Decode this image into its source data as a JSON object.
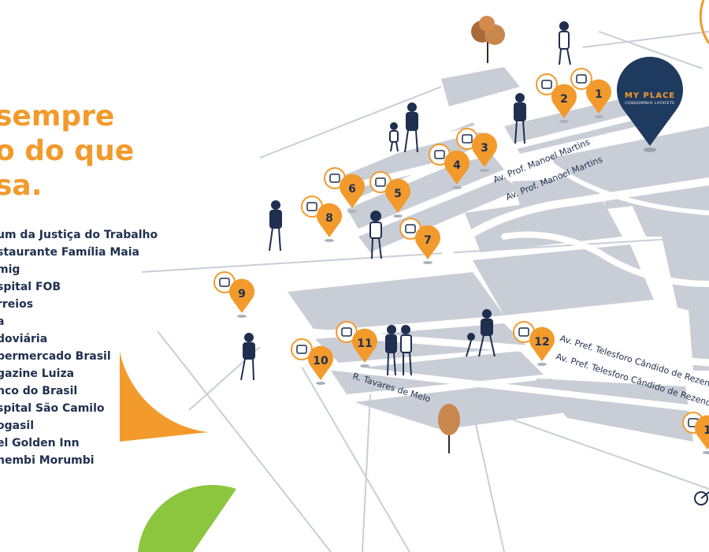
{
  "headline": {
    "line1": "sempre",
    "line2": "o do que",
    "line3": "sa."
  },
  "legend": {
    "items": [
      "um da Justiça do Trabalho",
      "staurante Família Maia",
      "mig",
      "spital FOB",
      "rreios",
      "a",
      "doviária",
      "permercado Brasil",
      "gazine Luiza",
      "nco do Brasil",
      "spital São Camilo",
      "ogasil",
      "el Golden Inn",
      "hembi Morumbi"
    ]
  },
  "streets": {
    "manoel_1": "Av. Prof. Manoel Martins",
    "manoel_2": "Av. Prof. Manoel Martins",
    "telesforo_1": "Av. Pref. Telesforo Cândido de Rezende",
    "telesforo_2": "Av. Pref. Telesforo Cândido de Rezende",
    "tavares": "R. Tavares de Melo"
  },
  "brand": {
    "name": "MY PLACE",
    "tagline": "CONDOMÍNIO LAFAYETE"
  },
  "pins": [
    "1",
    "2",
    "3",
    "4",
    "5",
    "6",
    "7",
    "8",
    "9",
    "10",
    "11",
    "12",
    "1"
  ],
  "icons": [
    "scale-icon",
    "hand-coin-icon",
    "hand-money-icon",
    "building-icon",
    "envelope-icon",
    "graduation-cap-icon",
    "bus-icon",
    "basket-icon",
    "basket-icon",
    "bank-icon",
    "building-icon",
    "building-icon",
    "person-icon"
  ],
  "colors": {
    "accent": "#f39a2c",
    "navy": "#1f2f4f",
    "block": "#c9ced6",
    "green": "#8cc63f"
  }
}
